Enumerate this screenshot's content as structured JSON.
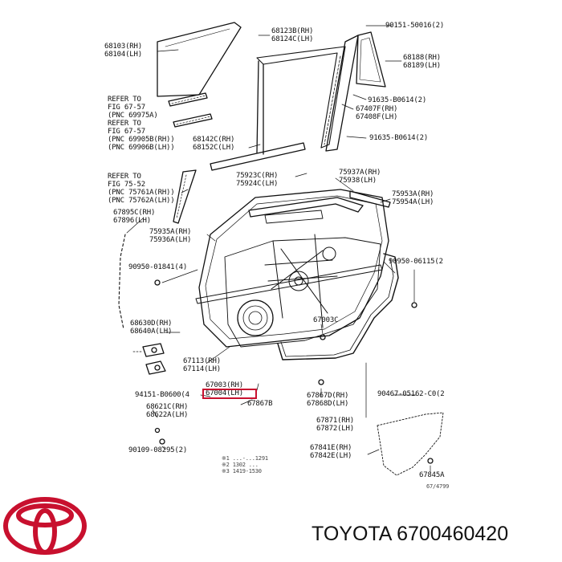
{
  "brand": {
    "name": "TOYOTA",
    "part_number": "6700460420",
    "logo_color": "#c8102e"
  },
  "callouts": {
    "c68103": {
      "line1": "68103(RH)",
      "line2": "68104(LH)"
    },
    "c68123": {
      "line1": "68123B(RH)",
      "line2": "68124C(LH)"
    },
    "c90151": {
      "line1": "90151-50016(2)"
    },
    "c68188": {
      "line1": "68188(RH)",
      "line2": "68189(LH)"
    },
    "ref1": {
      "line1": "REFER TO",
      "line2": "FIG 67-57",
      "line3": "(PNC 69975A)"
    },
    "ref2": {
      "line1": "REFER TO",
      "line2": "FIG 67-57",
      "line3": "(PNC 69905B(RH))",
      "line4": "(PNC 69906B(LH))"
    },
    "c91635a": {
      "line1": "91635-B0614(2)"
    },
    "c67407": {
      "line1": "67407F(RH)",
      "line2": "67408F(LH)"
    },
    "c68142": {
      "line1": "68142C(RH)",
      "line2": "68152C(LH)"
    },
    "c91635b": {
      "line1": "91635-B0614(2)"
    },
    "c75923": {
      "line1": "75923C(RH)",
      "line2": "75924C(LH)"
    },
    "c75937": {
      "line1": "75937A(RH)",
      "line2": "75938(LH)"
    },
    "ref3": {
      "line1": "REFER TO",
      "line2": "FIG 75-52",
      "line3": "(PNC 75761A(RH))",
      "line4": "(PNC 75762A(LH))"
    },
    "c75953": {
      "line1": "75953A(RH)",
      "line2": "75954A(LH)"
    },
    "c67895": {
      "line1": "67895C(RH)",
      "line2": "67896(LH)"
    },
    "c75935": {
      "line1": "75935A(RH)",
      "line2": "75936A(LH)"
    },
    "c90950a": {
      "line1": "90950-01841(4)"
    },
    "c90950b": {
      "line1": "90950-06115(2"
    },
    "c68630": {
      "line1": "68630D(RH)",
      "line2": "68640A(LH)"
    },
    "c67003c": {
      "line1": "67003C"
    },
    "c67113": {
      "line1": "67113(RH)",
      "line2": "67114(LH)"
    },
    "c67003": {
      "line1": "67003(RH)",
      "line2": "67004(LH)"
    },
    "c94151": {
      "line1": "94151-B0600(4"
    },
    "c67867b": {
      "line1": "67867B"
    },
    "c67867d": {
      "line1": "67867D(RH)",
      "line2": "67868D(LH)"
    },
    "c90467": {
      "line1": "90467-05162-C0(2"
    },
    "c68621": {
      "line1": "68621C(RH)",
      "line2": "68622A(LH)"
    },
    "c67871": {
      "line1": "67871(RH)",
      "line2": "67872(LH)"
    },
    "c90109": {
      "line1": "90109-08295(2)"
    },
    "c67841": {
      "line1": "67841E(RH)",
      "line2": "67842E(LH)"
    },
    "c67845": {
      "line1": "67845A"
    },
    "legend": {
      "line1": "※1 ...-...1291",
      "line2": "※2 1302 ...",
      "line3": "※3 1419-1530"
    },
    "figcode": {
      "line1": "67/4799"
    }
  }
}
